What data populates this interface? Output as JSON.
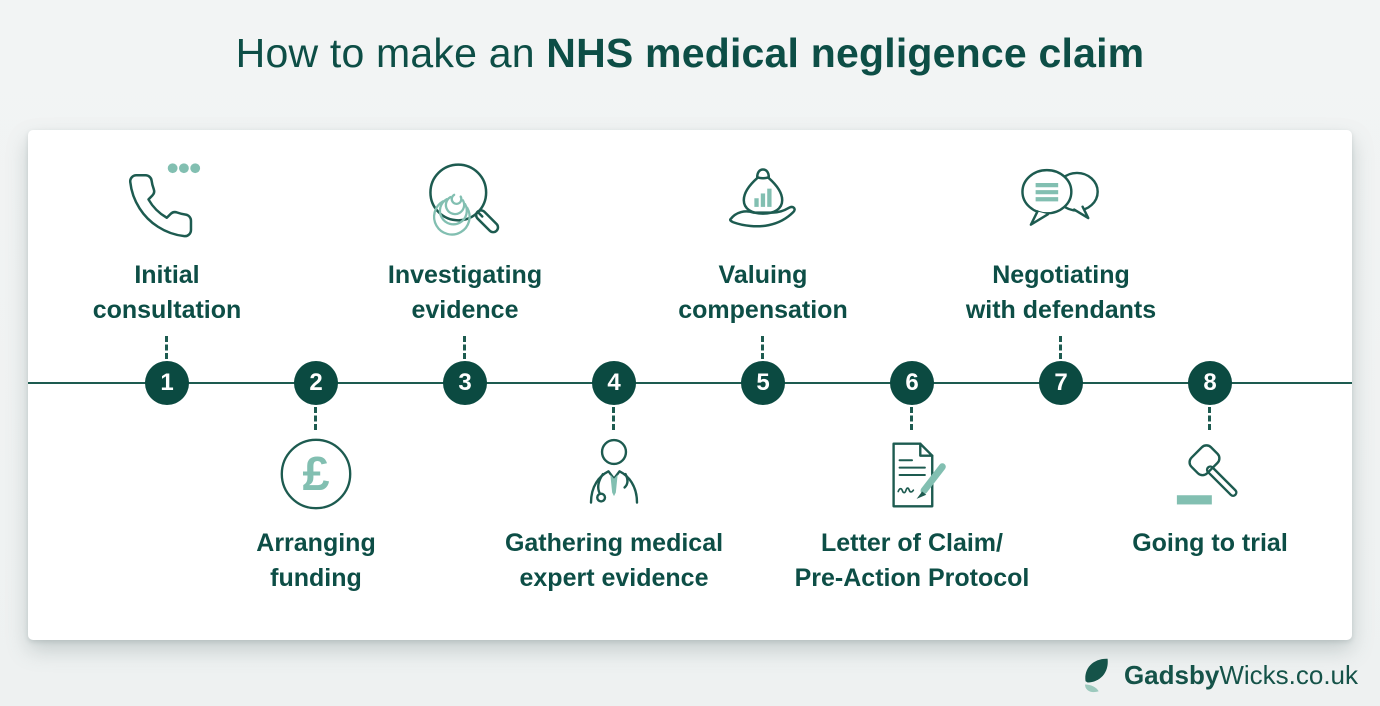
{
  "title": {
    "prefix": "How to make an ",
    "emphasis": "NHS medical negligence claim"
  },
  "steps": [
    {
      "number": "1",
      "line1": "Initial",
      "line2": "consultation",
      "icon": "phone-icon",
      "side": "above"
    },
    {
      "number": "2",
      "line1": "Arranging",
      "line2": "funding",
      "icon": "pound-sterling-icon",
      "side": "below"
    },
    {
      "number": "3",
      "line1": "Investigating",
      "line2": "evidence",
      "icon": "fingerprint-magnifier-icon",
      "side": "above"
    },
    {
      "number": "4",
      "line1": "Gathering medical",
      "line2": "expert evidence",
      "icon": "doctor-icon",
      "side": "below"
    },
    {
      "number": "5",
      "line1": "Valuing",
      "line2": "compensation",
      "icon": "money-bag-hand-icon",
      "side": "above"
    },
    {
      "number": "6",
      "line1": "Letter of Claim/",
      "line2": "Pre-Action Protocol",
      "icon": "document-pen-icon",
      "side": "below"
    },
    {
      "number": "7",
      "line1": "Negotiating",
      "line2": "with defendants",
      "icon": "speech-bubbles-icon",
      "side": "above"
    },
    {
      "number": "8",
      "line1": "Going to trial",
      "line2": "",
      "icon": "gavel-icon",
      "side": "below"
    }
  ],
  "footer": {
    "brand_bold": "Gadsby",
    "brand_suffix": "Wicks.co.uk"
  },
  "colors": {
    "dark_teal": "#0d4e46",
    "icon_stroke": "#1d5b50",
    "light_teal": "#82bfb1",
    "circle_fill": "#0b4a41",
    "background": "#f0f2f2",
    "card": "#ffffff"
  }
}
